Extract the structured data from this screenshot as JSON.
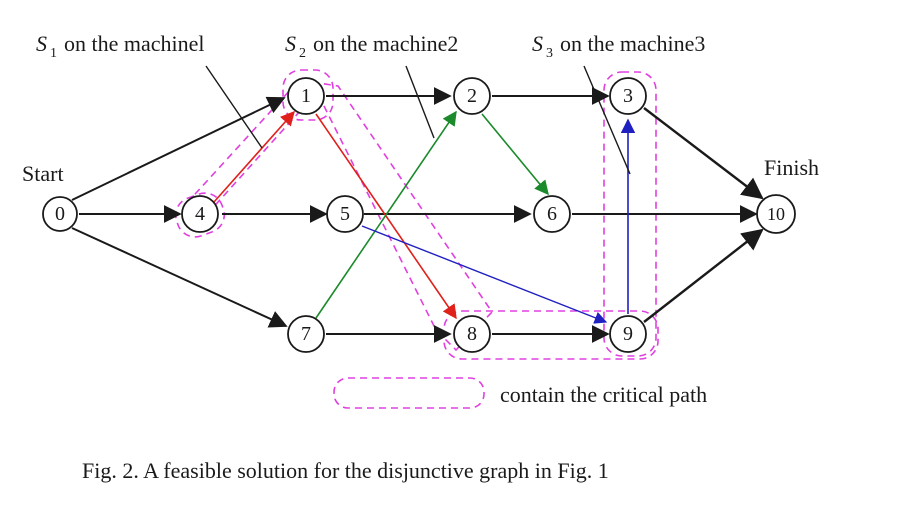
{
  "labels": {
    "start": "Start",
    "finish": "Finish",
    "machine1": "on the machinel",
    "machine2": "on the machine2",
    "machine3": "on the machine3",
    "s1": "S",
    "s1_sub": "1",
    "s2": "S",
    "s2_sub": "2",
    "s3": "S",
    "s3_sub": "3",
    "legend": "contain the critical path",
    "caption": "Fig. 2. A feasible solution for the disjunctive graph in Fig. 1"
  },
  "nodes": [
    "0",
    "1",
    "2",
    "3",
    "4",
    "5",
    "6",
    "7",
    "8",
    "9",
    "10"
  ],
  "colors": {
    "black": "#1a1a1a",
    "red": "#e0201a",
    "green": "#1a8a2a",
    "blue": "#2020c0",
    "critical": "#e040e0"
  }
}
